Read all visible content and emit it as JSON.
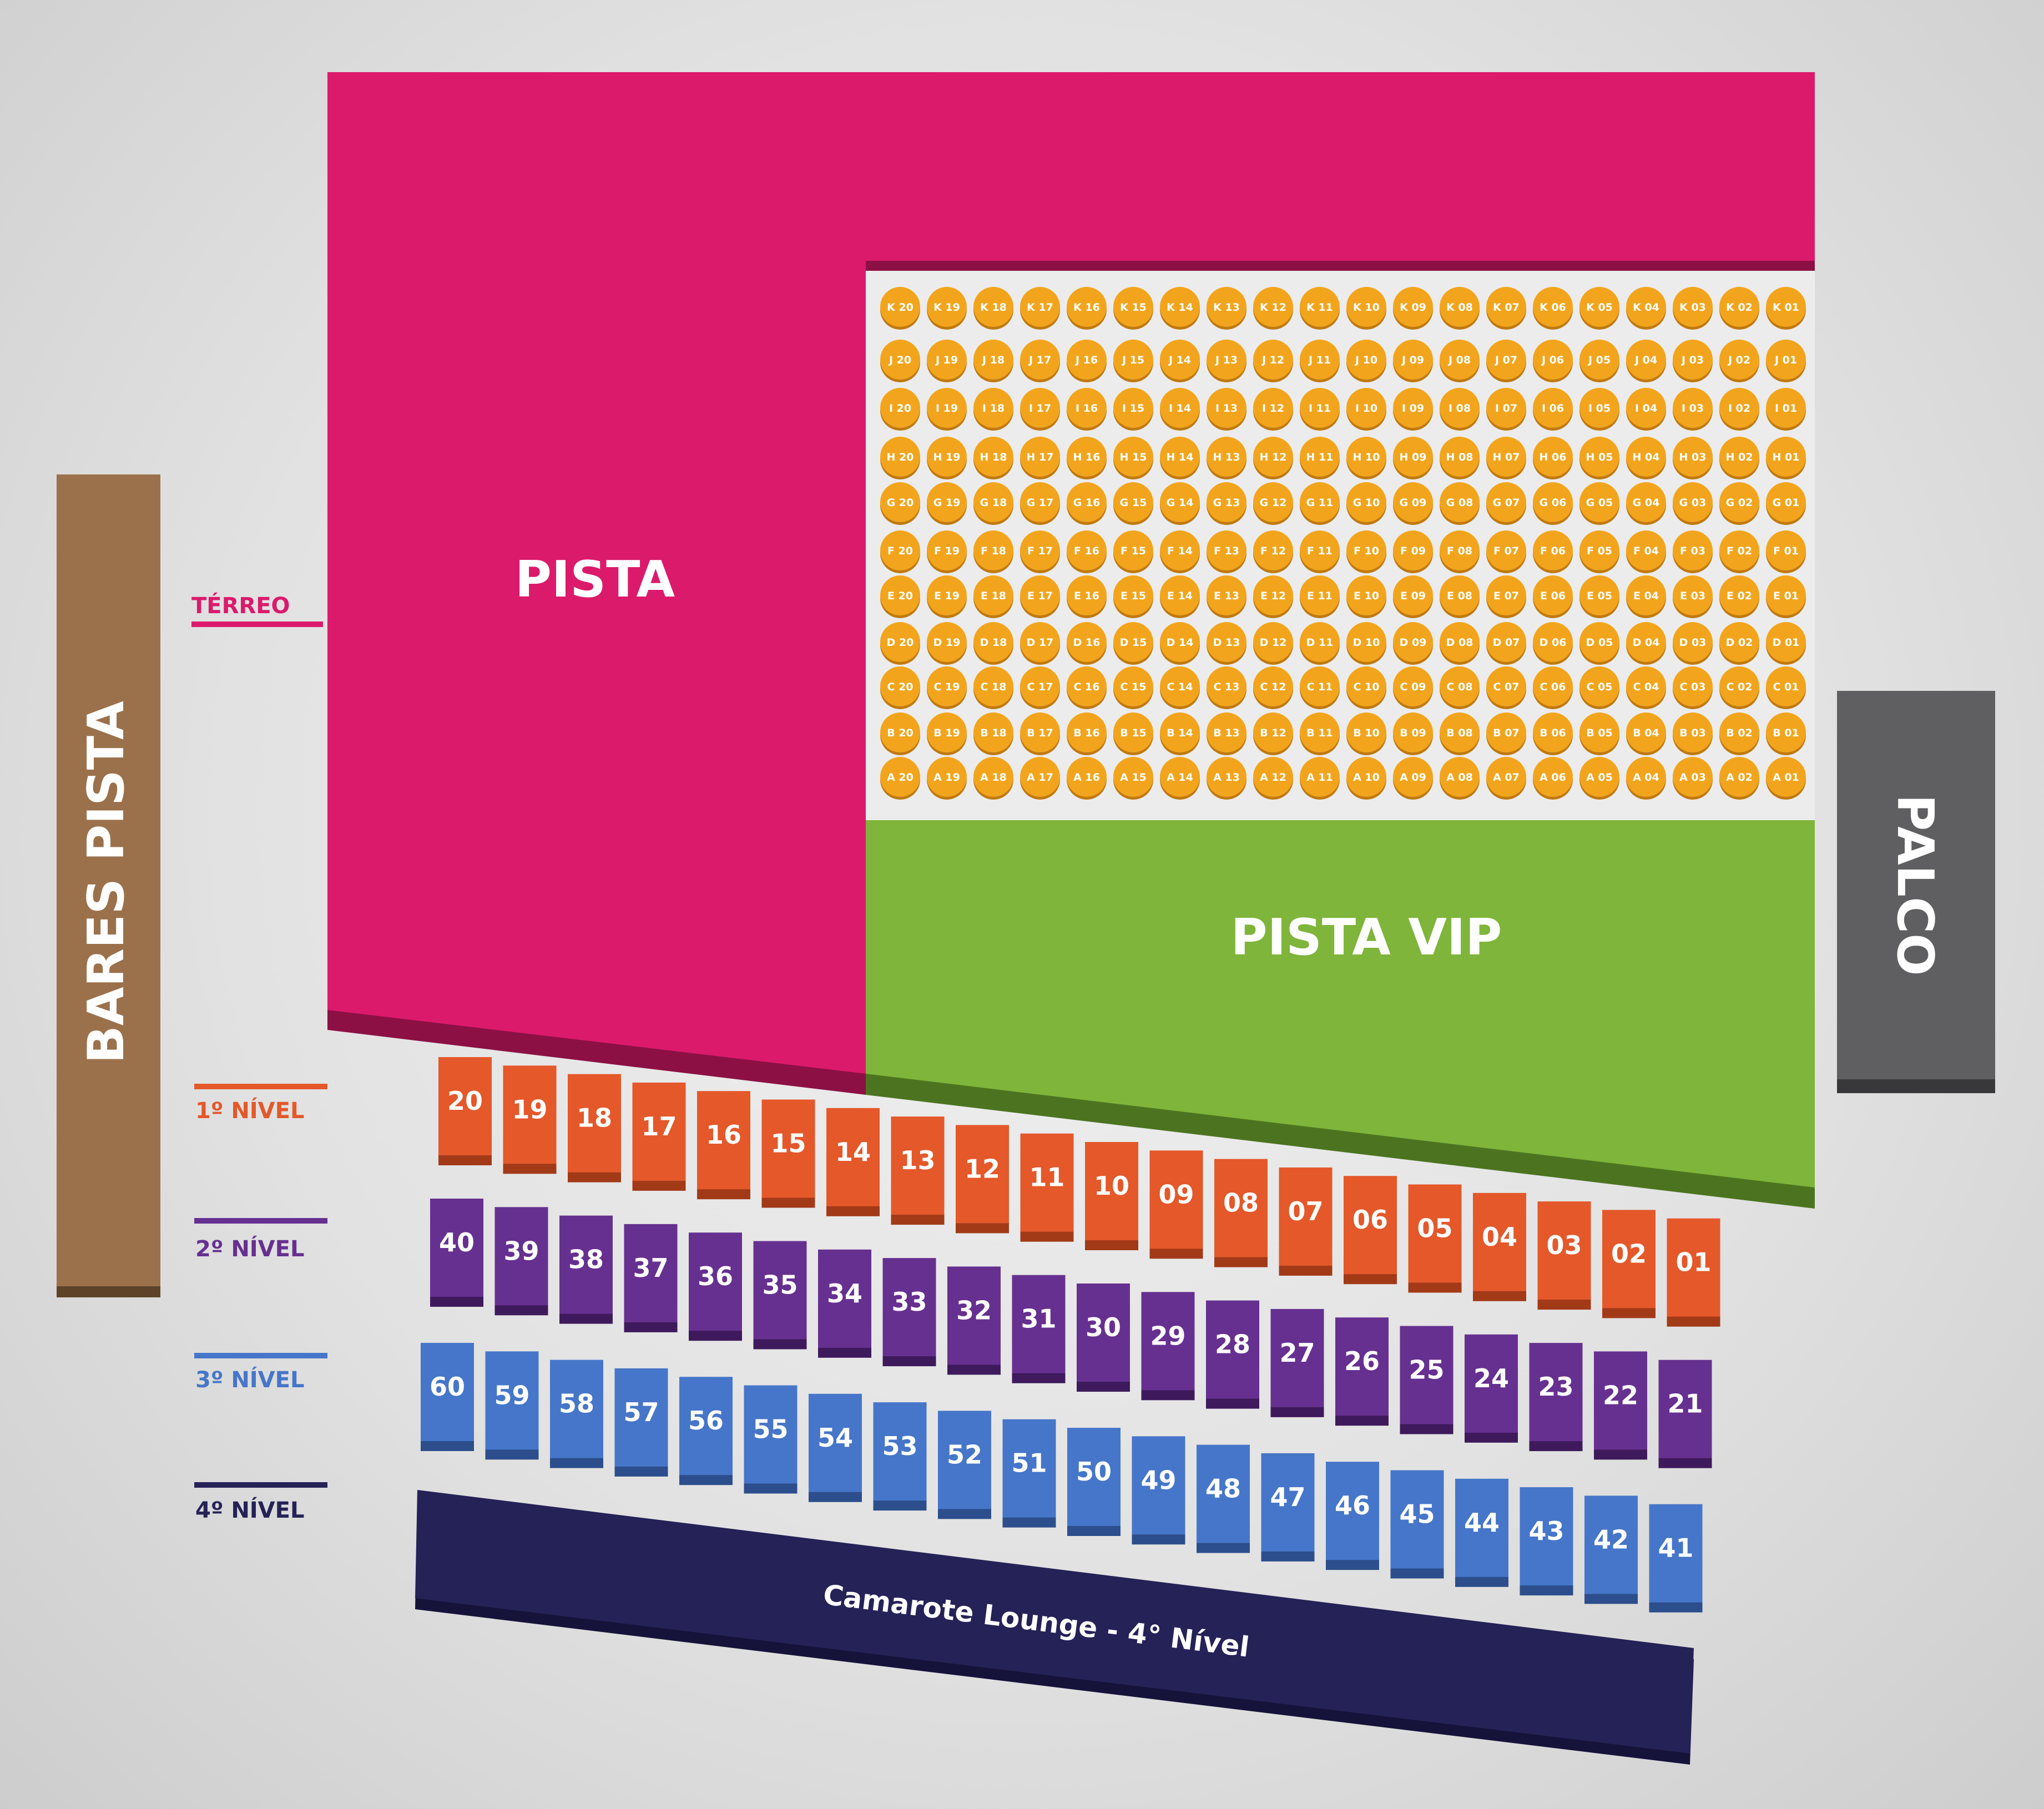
{
  "zones": {
    "pista": "PISTA",
    "pista_vip": "PISTA VIP",
    "palco": "PALCO",
    "bares_pista": "BARES PISTA",
    "camarote": "Camarote Lounge - 4° Nível"
  },
  "levels": [
    {
      "label": "TÉRREO",
      "color": "#dc1a6c"
    },
    {
      "label": "1º NÍVEL",
      "color": "#e4582a"
    },
    {
      "label": "2º NÍVEL",
      "color": "#663090"
    },
    {
      "label": "3º NÍVEL",
      "color": "#4676c9"
    },
    {
      "label": "4º NÍVEL",
      "color": "#252257"
    }
  ],
  "seat_rows": [
    "K",
    "J",
    "I",
    "H",
    "G",
    "F",
    "E",
    "D",
    "C",
    "B",
    "A"
  ],
  "seats_per_row": 20,
  "box_rows": [
    {
      "level": "1º NÍVEL",
      "start": 20,
      "end": 1,
      "color": "#e4582a",
      "shade": "#a23a18"
    },
    {
      "level": "2º NÍVEL",
      "start": 40,
      "end": 21,
      "color": "#663090",
      "shade": "#3e1a5c"
    },
    {
      "level": "3º NÍVEL",
      "start": 60,
      "end": 41,
      "color": "#4676c9",
      "shade": "#2c4e8c"
    }
  ],
  "colors": {
    "pista": "#dc1a6c",
    "pista_shade": "#8c1044",
    "vip": "#7fb53a",
    "vip_shade": "#4c7420",
    "palco": "#5f5f61",
    "palco_shade": "#38383a",
    "bares": "#9b714b",
    "bares_shade": "#5e4328",
    "seat": "#f2a51c",
    "seat_shade": "#c07a10",
    "camarote": "#252257",
    "camarote_shade": "#15133a"
  }
}
